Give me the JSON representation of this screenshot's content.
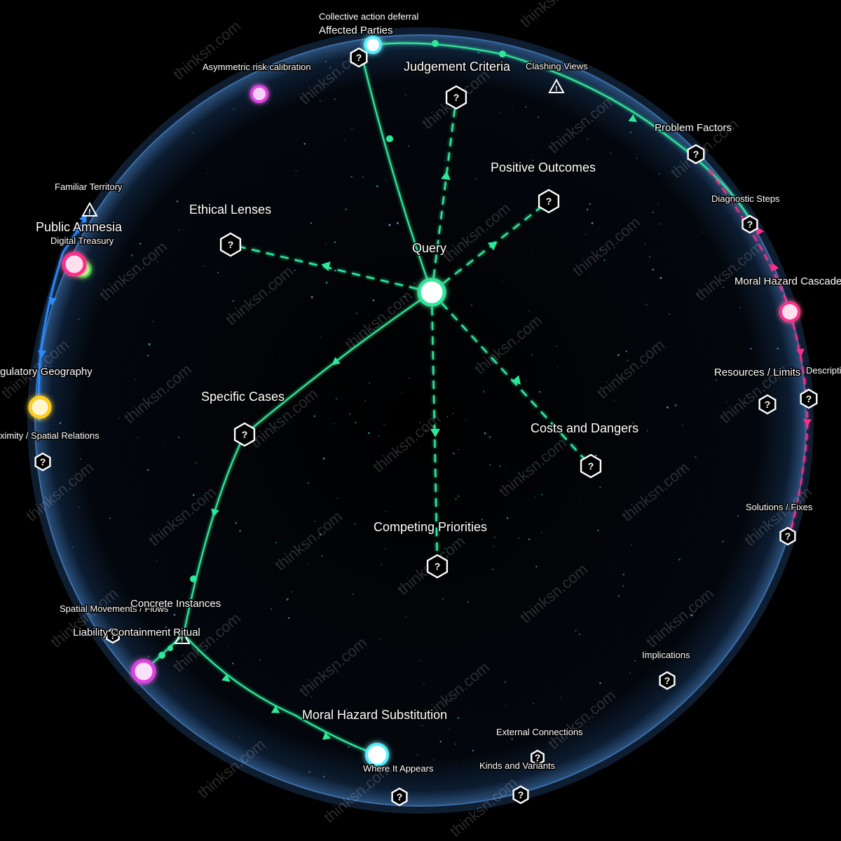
{
  "app": {
    "watermark": "thinksn.com"
  },
  "query": {
    "label": "Query"
  },
  "categories": {
    "ethical_lenses": "Ethical Lenses",
    "judgement_criteria": "Judgement Criteria",
    "positive_outcomes": "Positive Outcomes",
    "specific_cases": "Specific Cases",
    "costs_and_dangers": "Costs and Dangers",
    "competing_priorities": "Competing Priorities"
  },
  "rim": {
    "collective_action": "Collective action deferral",
    "affected_parties": "Affected Parties",
    "asymmetric_risk": "Asymmetric risk calibration",
    "clashing_views": "Clashing Views",
    "problem_factors": "Problem Factors",
    "diagnostic_steps": "Diagnostic Steps",
    "moral_hazard_cascade": "Moral Hazard Cascade",
    "resources_limits": "Resources / Limits",
    "descripti": "Descripti",
    "solutions_fixes": "Solutions / Fixes",
    "familiar_territory": "Familiar Territory",
    "public_amnesia": "Public Amnesia",
    "digital_treasury": "Digital Treasury",
    "regulatory_geography": "gulatory Geography",
    "proximity_spatial": "ximity / Spatial Relations",
    "spatial_movements": "Spatial Movements / Flows",
    "concrete_instances": "Concrete Instances",
    "liability_ritual": "Liability Containment Ritual",
    "moral_hazard_substitution": "Moral Hazard Substitution",
    "where_it_appears": "Where It Appears",
    "external_connections": "External Connections",
    "kinds_and_variants": "Kinds and Variants",
    "implications": "Implications"
  },
  "colors": {
    "green": "#2de89a",
    "pink": "#ff2d88",
    "magenta": "#e040e0",
    "blue": "#2a8cff",
    "yellow": "#ffcc1a",
    "cyan": "#4ff0ff",
    "sphere_edge": "#3a6ea8"
  }
}
